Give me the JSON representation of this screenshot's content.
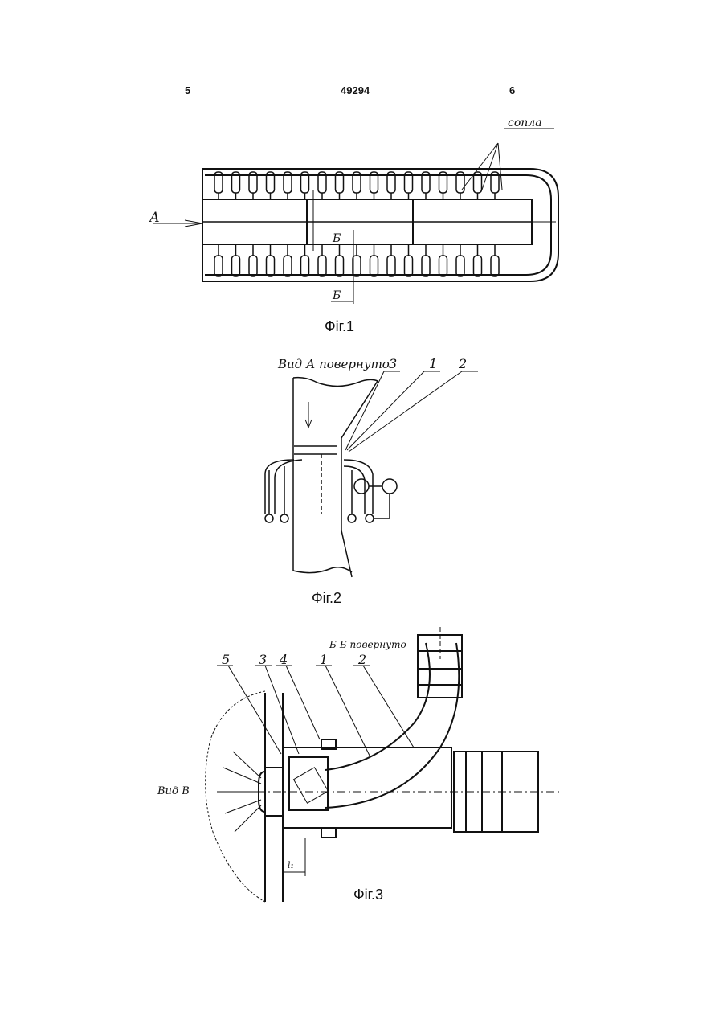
{
  "header": {
    "page_left": "5",
    "patent_number": "49294",
    "page_right": "6"
  },
  "fig1": {
    "caption": "Фіг.1",
    "nozzles_label": "сопла",
    "view_a": "А",
    "section_b": "Б"
  },
  "fig2": {
    "caption": "Фіг.2",
    "view_label": "Вид А повернуто",
    "callout_3": "3",
    "callout_1": "1",
    "callout_2": "2"
  },
  "fig3": {
    "caption": "Фіг.3",
    "section_label": "Б-Б повернуто",
    "view_b": "Вид В",
    "callout_5": "5",
    "callout_3": "3",
    "callout_4": "4",
    "callout_1": "1",
    "callout_2": "2",
    "dim_l": "l₁"
  }
}
